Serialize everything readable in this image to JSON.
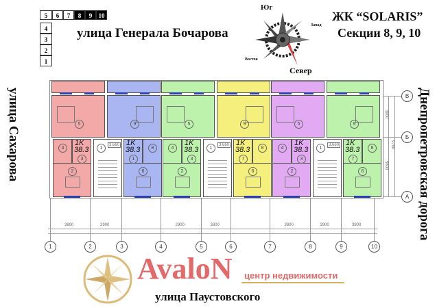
{
  "sections_schema": {
    "cells": [
      "5",
      "6",
      "7",
      "8",
      "9",
      "10",
      "4",
      "3",
      "2",
      "1"
    ],
    "highlighted": [
      "8",
      "9",
      "10"
    ]
  },
  "streets": {
    "top": "улица Генерала Бочарова",
    "bottom": "улица Паустовского",
    "left": "улица Сахарова",
    "right": "Днепропетровская дорога"
  },
  "compass": {
    "south": "Юг",
    "west": "Запад",
    "east": "Восток",
    "north": "Север"
  },
  "title": {
    "complex": "ЖК “SOLARIS”",
    "sections": "Секции 8, 9, 10"
  },
  "units": [
    {
      "type": "1K",
      "area": "38.3",
      "color": "#f4a9a9",
      "rooms": [
        "5",
        "4",
        "3",
        "2"
      ]
    },
    {
      "type": "1K",
      "area": "38.3",
      "color": "#aab6f2",
      "rooms": [
        "9",
        "8",
        "1",
        "6"
      ]
    },
    {
      "type": "1K",
      "area": "38.3",
      "color": "#bdf2ad",
      "rooms": [
        "5",
        "4",
        "3",
        "2"
      ]
    },
    {
      "type": "1K",
      "area": "38.3",
      "color": "#f5f07e",
      "rooms": [
        "9",
        "8",
        "7",
        "6"
      ]
    },
    {
      "type": "1K",
      "area": "38.3",
      "color": "#e2aaf2",
      "rooms": [
        "5",
        "4",
        "3",
        "2"
      ]
    },
    {
      "type": "1K",
      "area": "38.3",
      "color": "#bdf2ad",
      "rooms": [
        "9",
        "8",
        "7",
        "6"
      ]
    }
  ],
  "stairs": {
    "room": "1",
    "level": "3.660"
  },
  "axes_bottom": [
    "1",
    "2",
    "3",
    "4",
    "5",
    "6",
    "7",
    "8",
    "9",
    "10"
  ],
  "axes_right": [
    "В",
    "Б",
    "А"
  ],
  "dims_bottom": [
    "3800",
    "2900",
    "2900",
    "3800",
    "3800",
    "2900",
    "3800"
  ],
  "dims_right": [
    "3900",
    "9700",
    "5800"
  ],
  "watermark": {
    "brand": "AvaloN",
    "tagline": "центр недвижимости",
    "color": "#e05a5a"
  }
}
